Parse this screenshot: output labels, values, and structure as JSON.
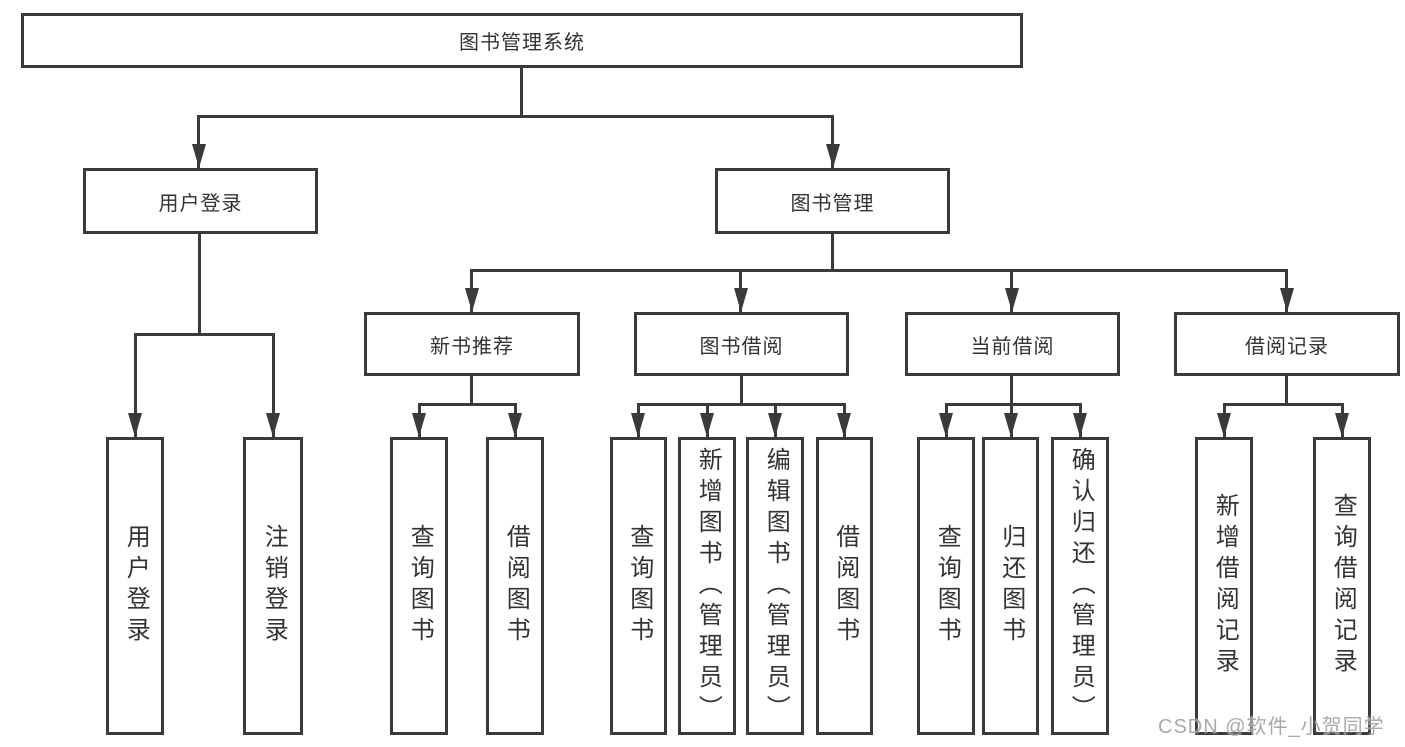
{
  "tree": {
    "root": "图书管理系统",
    "branches": [
      {
        "label": "用户登录",
        "leaves": [
          "用户登录",
          "注销登录"
        ]
      },
      {
        "label": "图书管理",
        "groups": [
          {
            "label": "新书推荐",
            "leaves": [
              "查询图书",
              "借阅图书"
            ]
          },
          {
            "label": "图书借阅",
            "leaves": [
              "查询图书",
              "新增图书（管理员）",
              "编辑图书（管理员）",
              "借阅图书"
            ]
          },
          {
            "label": "当前借阅",
            "leaves": [
              "查询图书",
              "归还图书",
              "确认归还（管理员）"
            ]
          },
          {
            "label": "借阅记录",
            "leaves": [
              "新增借阅记录",
              "查询借阅记录"
            ]
          }
        ]
      }
    ]
  },
  "watermark": "CSDN @软件_小贺同学",
  "colors": {
    "line": "#3a3a3a",
    "text": "#333333",
    "background": "#ffffff",
    "watermark": "#969696"
  }
}
